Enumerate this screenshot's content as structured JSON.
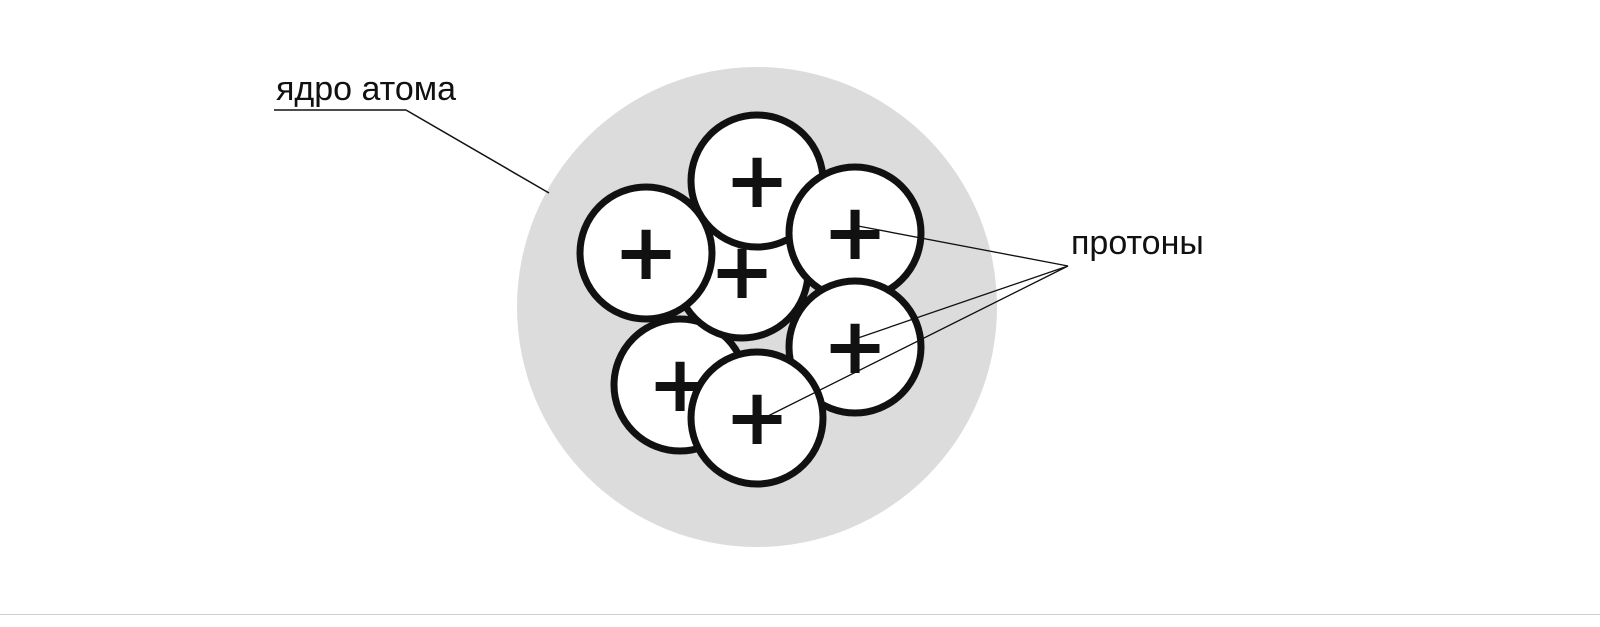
{
  "diagram": {
    "nucleus_label": "ядро атома",
    "protons_label": "протоны",
    "proton_symbol": "+",
    "proton_count": 7,
    "colors": {
      "nucleus_fill": "#dcdcdc",
      "proton_fill": "#ffffff",
      "outline": "#111111",
      "text": "#111111"
    }
  }
}
